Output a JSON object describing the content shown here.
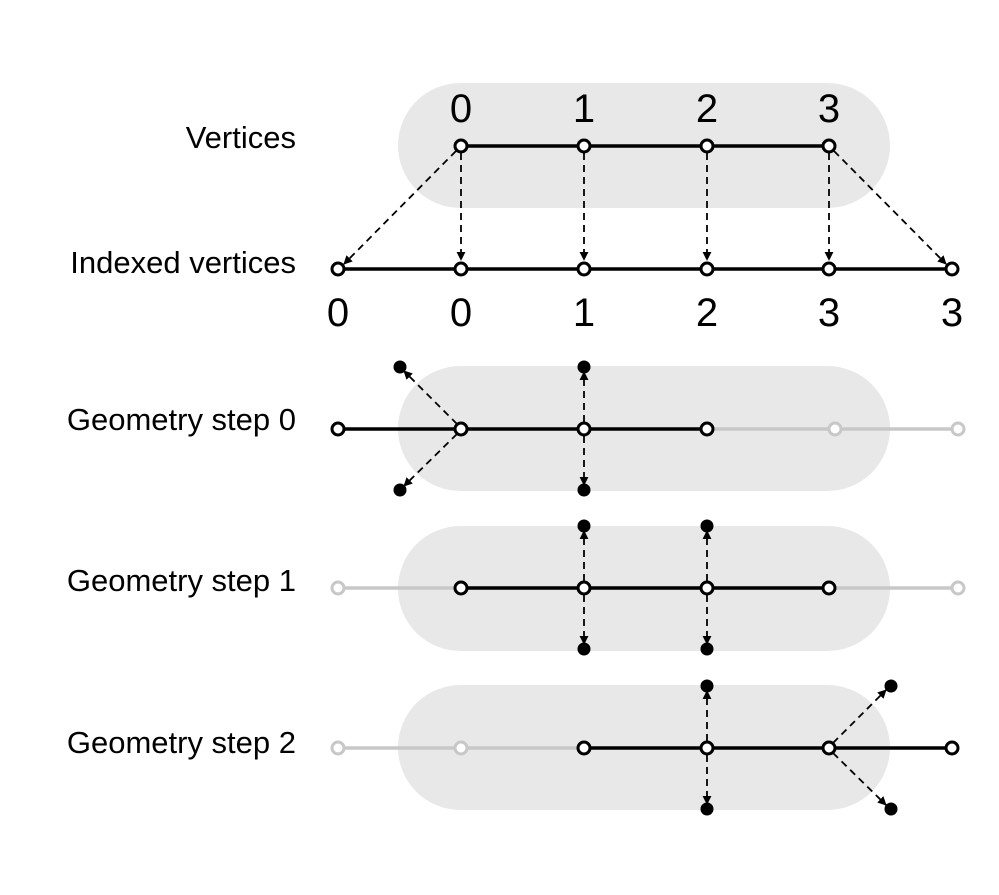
{
  "diagram": {
    "rows": [
      {
        "id": "vertices",
        "label": "Vertices",
        "top_index_labels": [
          "0",
          "1",
          "2",
          "3"
        ]
      },
      {
        "id": "indexed-vertices",
        "label": "Indexed vertices",
        "bottom_index_labels": [
          "0",
          "0",
          "1",
          "2",
          "3",
          "3"
        ]
      },
      {
        "id": "geometry-step-0",
        "label": "Geometry step 0"
      },
      {
        "id": "geometry-step-1",
        "label": "Geometry step 1"
      },
      {
        "id": "geometry-step-2",
        "label": "Geometry step 2"
      }
    ],
    "colors": {
      "background_pill": "#e8e8e8",
      "active": "#000000",
      "inactive": "#c8c8c8"
    }
  }
}
